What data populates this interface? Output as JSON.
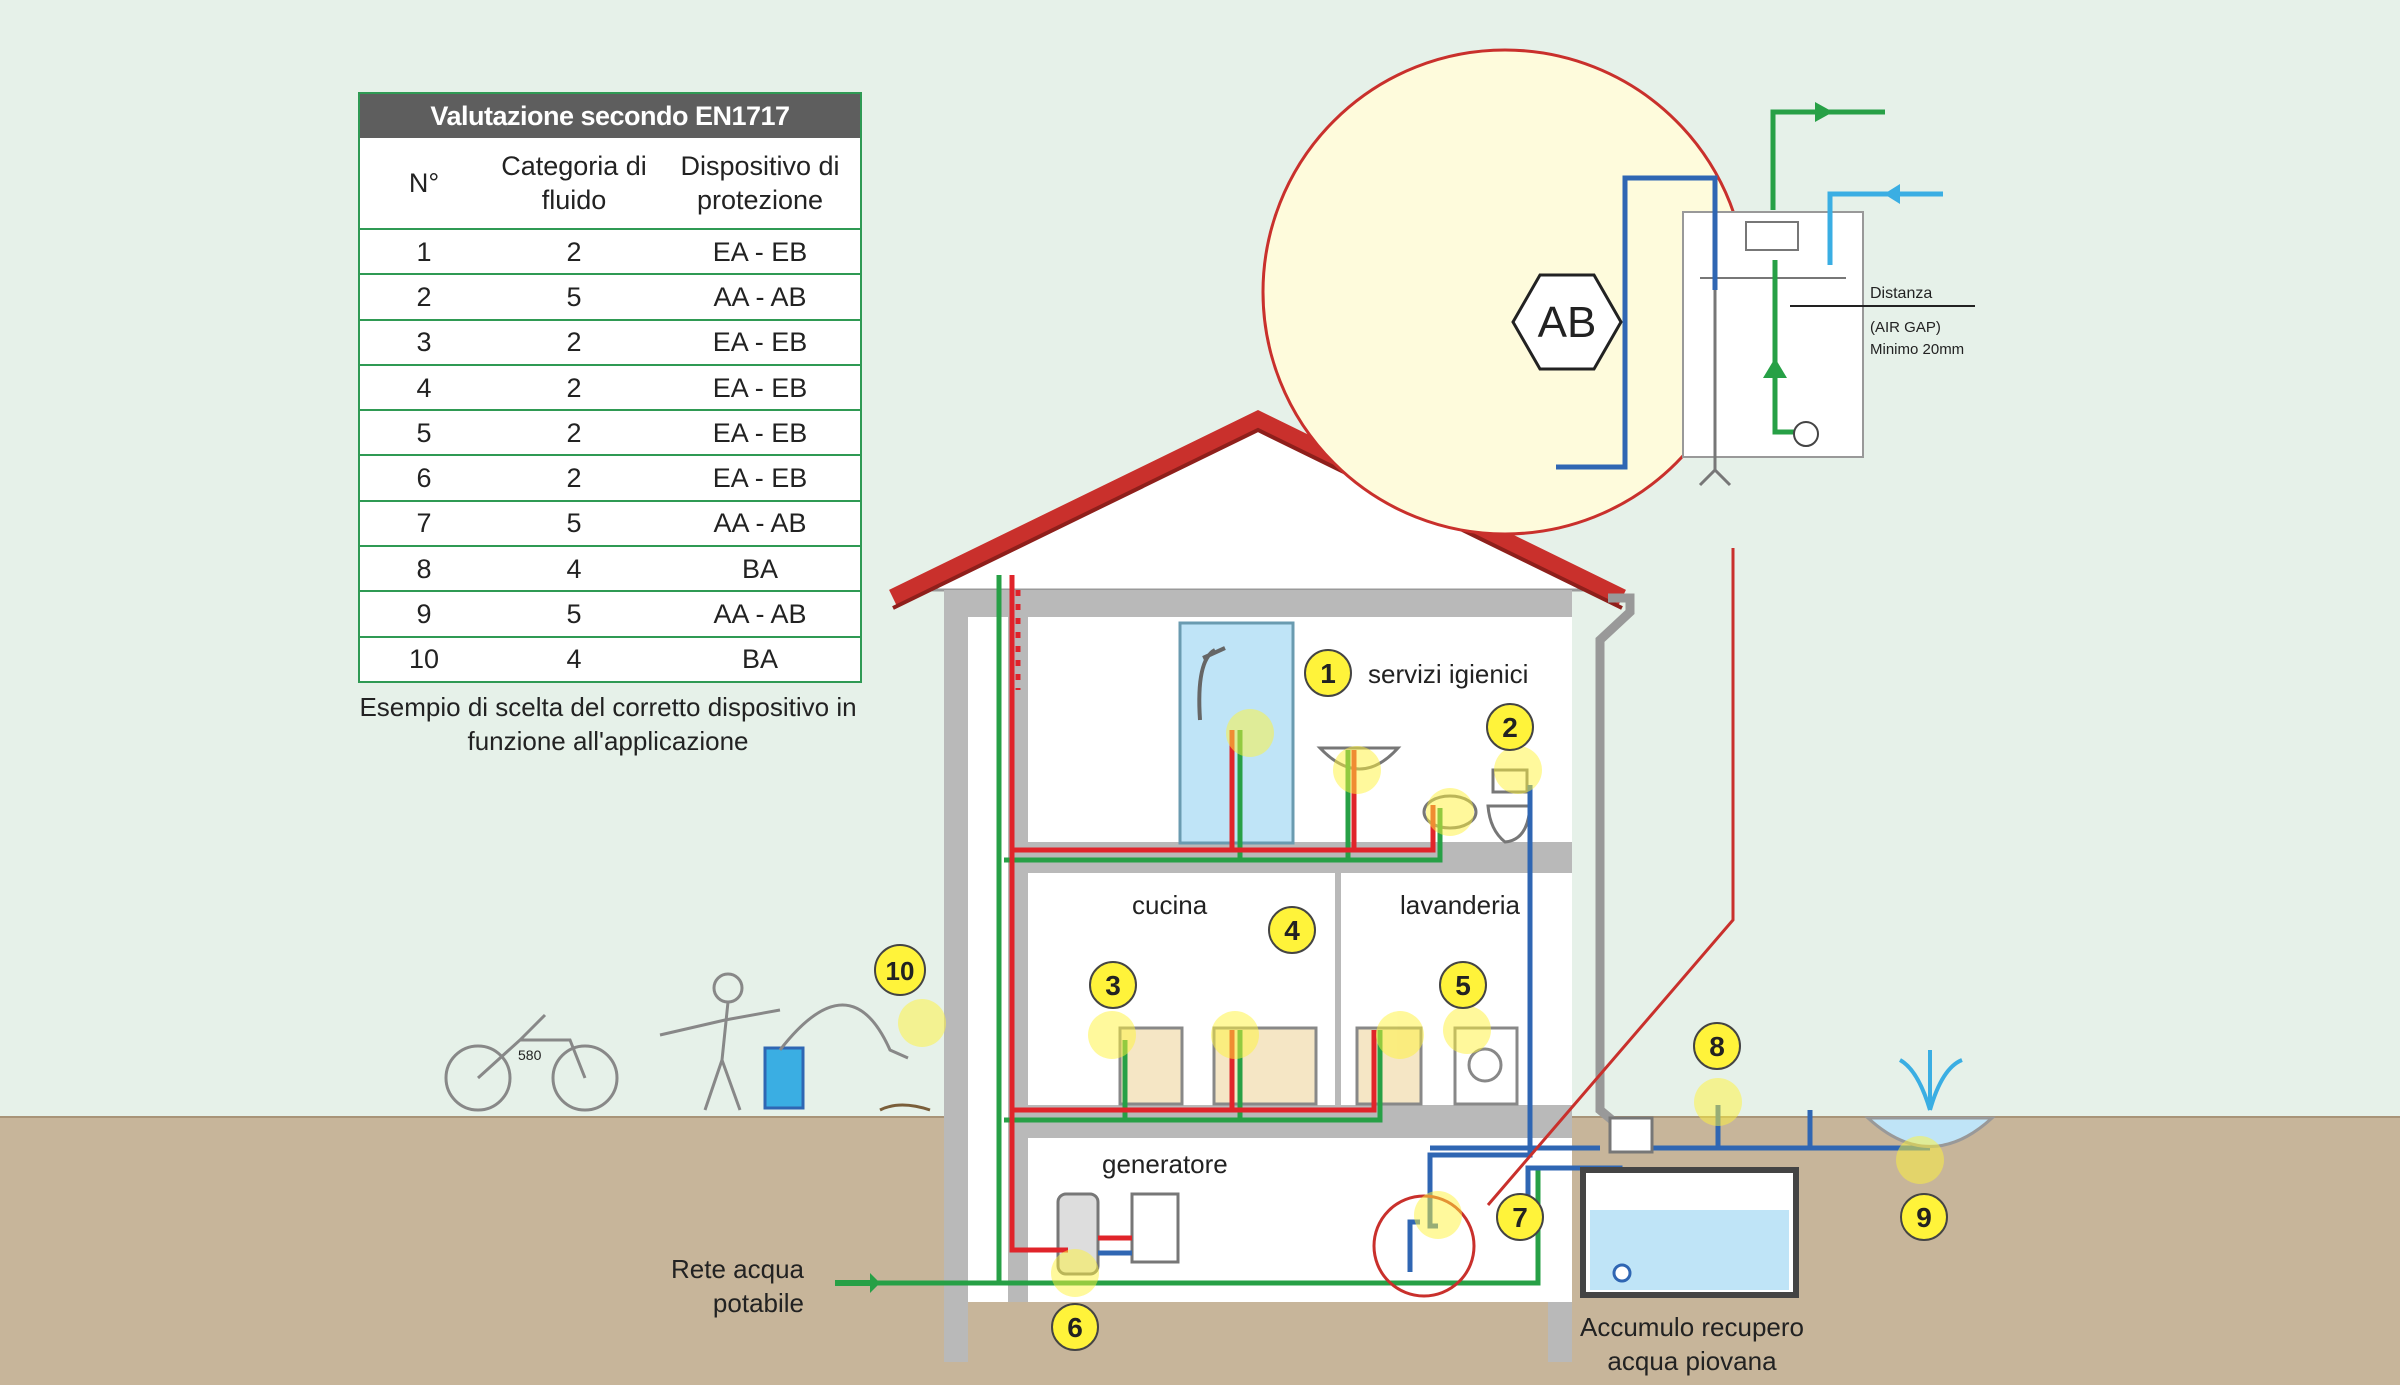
{
  "table": {
    "title": "Valutazione secondo EN1717",
    "headers": [
      "N°",
      "Categoria di fluido",
      "Dispositivo di protezione"
    ],
    "rows": [
      [
        "1",
        "2",
        "EA - EB"
      ],
      [
        "2",
        "5",
        "AA - AB"
      ],
      [
        "3",
        "2",
        "EA - EB"
      ],
      [
        "4",
        "2",
        "EA - EB"
      ],
      [
        "5",
        "2",
        "EA - EB"
      ],
      [
        "6",
        "2",
        "EA - EB"
      ],
      [
        "7",
        "5",
        "AA - AB"
      ],
      [
        "8",
        "4",
        "BA"
      ],
      [
        "9",
        "5",
        "AA - AB"
      ],
      [
        "10",
        "4",
        "BA"
      ]
    ],
    "caption": "Esempio di scelta del corretto dispositivo in funzione all'applicazione"
  },
  "rooms": {
    "bath": "servizi igienici",
    "kitchen": "cucina",
    "laundry": "lavanderia",
    "generator": "generatore"
  },
  "labels": {
    "mains_line1": "Rete acqua",
    "mains_line2": "potabile",
    "tank_line1": "Accumulo recupero",
    "tank_line2": "acqua piovana",
    "moto_plate": "580"
  },
  "detail": {
    "symbol": "AB",
    "distance": "Distanza",
    "airgap": "(AIR GAP)",
    "minimum": "Minimo 20mm"
  },
  "markers": [
    "1",
    "2",
    "3",
    "4",
    "5",
    "6",
    "7",
    "8",
    "9",
    "10"
  ],
  "colors": {
    "potable": "#27a046",
    "hot": "#e0242a",
    "rain": "#2f66b3",
    "light_blue": "#3aaee3",
    "marker": "#fff33a",
    "roof": "#c9302c",
    "ground": "#c7b59a"
  }
}
